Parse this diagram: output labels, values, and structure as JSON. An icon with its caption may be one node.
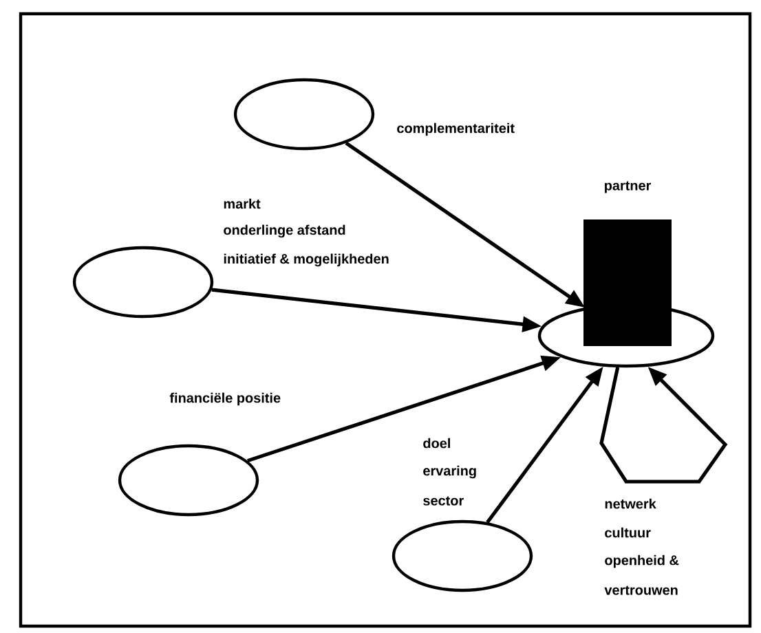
{
  "diagram": {
    "nodes": [
      {
        "text": [],
        "shape": "ellipse"
      },
      {
        "text": [],
        "shape": "ellipse"
      },
      {
        "text": [],
        "shape": "ellipse"
      },
      {
        "text": [],
        "shape": "ellipse"
      },
      {
        "text": [],
        "shape": "ellipse"
      },
      {
        "text": [],
        "shape": "cylinder",
        "beside": [
          "partner"
        ]
      }
    ],
    "edges": [
      {
        "from": 0,
        "to": 4,
        "arrow": "to",
        "label": "complementariteit"
      },
      {
        "from": 1,
        "to": 4,
        "arrow": "to"
      },
      {
        "from": 2,
        "to": 4,
        "arrow": "to",
        "label": "financiële positie"
      },
      {
        "from": 3,
        "to": 4,
        "arrow": "to"
      },
      {
        "from": 4,
        "to": 4,
        "arrow": "to"
      }
    ],
    "labels": [
      "markt",
      "onderlinge afstand",
      "initiatief & mogelijkheden",
      "doel",
      "ervaring",
      "sector",
      "netwerk",
      "cultuur",
      "openheid &",
      "vertrouwen"
    ]
  }
}
